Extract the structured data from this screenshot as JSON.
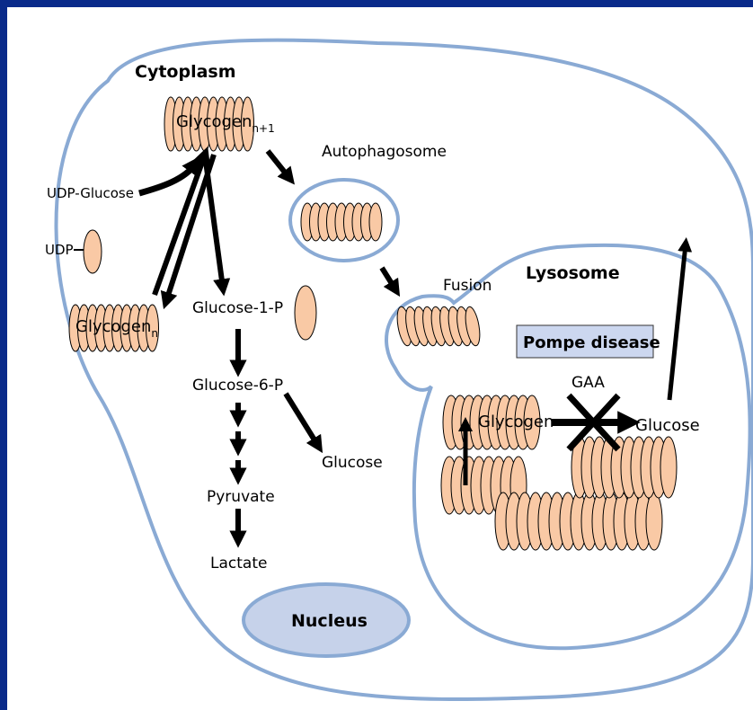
{
  "labels": {
    "cytoplasm": "Cytoplasm",
    "glycogen_n1_base": "Glycogen",
    "glycogen_n1_sub": "n+1",
    "udp_glucose": "UDP-Glucose",
    "udp": "UDP",
    "glycogen_n_base": "Glycogen",
    "glycogen_n_sub": "n",
    "glucose_1p": "Glucose-1-P",
    "glucose_6p": "Glucose-6-P",
    "glucose_cyto": "Glucose",
    "pyruvate": "Pyruvate",
    "lactate": "Lactate",
    "autophagosome": "Autophagosome",
    "fusion": "Fusion",
    "lysosome": "Lysosome",
    "pompe": "Pompe disease",
    "gaa": "GAA",
    "glycogen_lys": "Glycogen",
    "glucose_lys": "Glucose",
    "nucleus": "Nucleus"
  },
  "colors": {
    "background": "#0a2a8a",
    "membrane": "#8aaad4",
    "glycogen_fill": "#f9c9a5",
    "nucleus_fill": "#c6d2ea",
    "pompe_box": "#ccd7ef",
    "arrow": "#000000"
  }
}
